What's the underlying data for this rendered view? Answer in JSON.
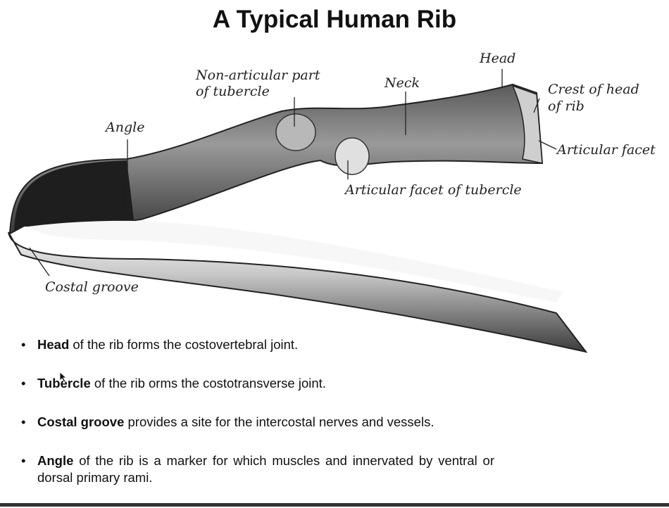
{
  "slide": {
    "title": "A Typical Human Rib",
    "figure_labels": {
      "head": "Head",
      "non_articular_1": "Non-articular part",
      "non_articular_2": "of tubercle",
      "neck": "Neck",
      "crest_1": "Crest of head",
      "crest_2": "of rib",
      "angle": "Angle",
      "articular_facet": "Articular facet",
      "articular_facet_tubercle": "Articular facet of tubercle",
      "costal_groove": "Costal groove"
    },
    "bullets": [
      {
        "bold": "Head",
        "text": " of the rib forms the costovertebral joint."
      },
      {
        "bold": "Tubercle",
        "text": " of the rib orms the costotransverse joint."
      },
      {
        "bold": "Costal groove",
        "text": " provides a site for the intercostal nerves and vessels."
      },
      {
        "bold": "Angle",
        "text": " of the rib is a marker for which muscles and innervated by ventral or dorsal primary rami."
      }
    ]
  }
}
